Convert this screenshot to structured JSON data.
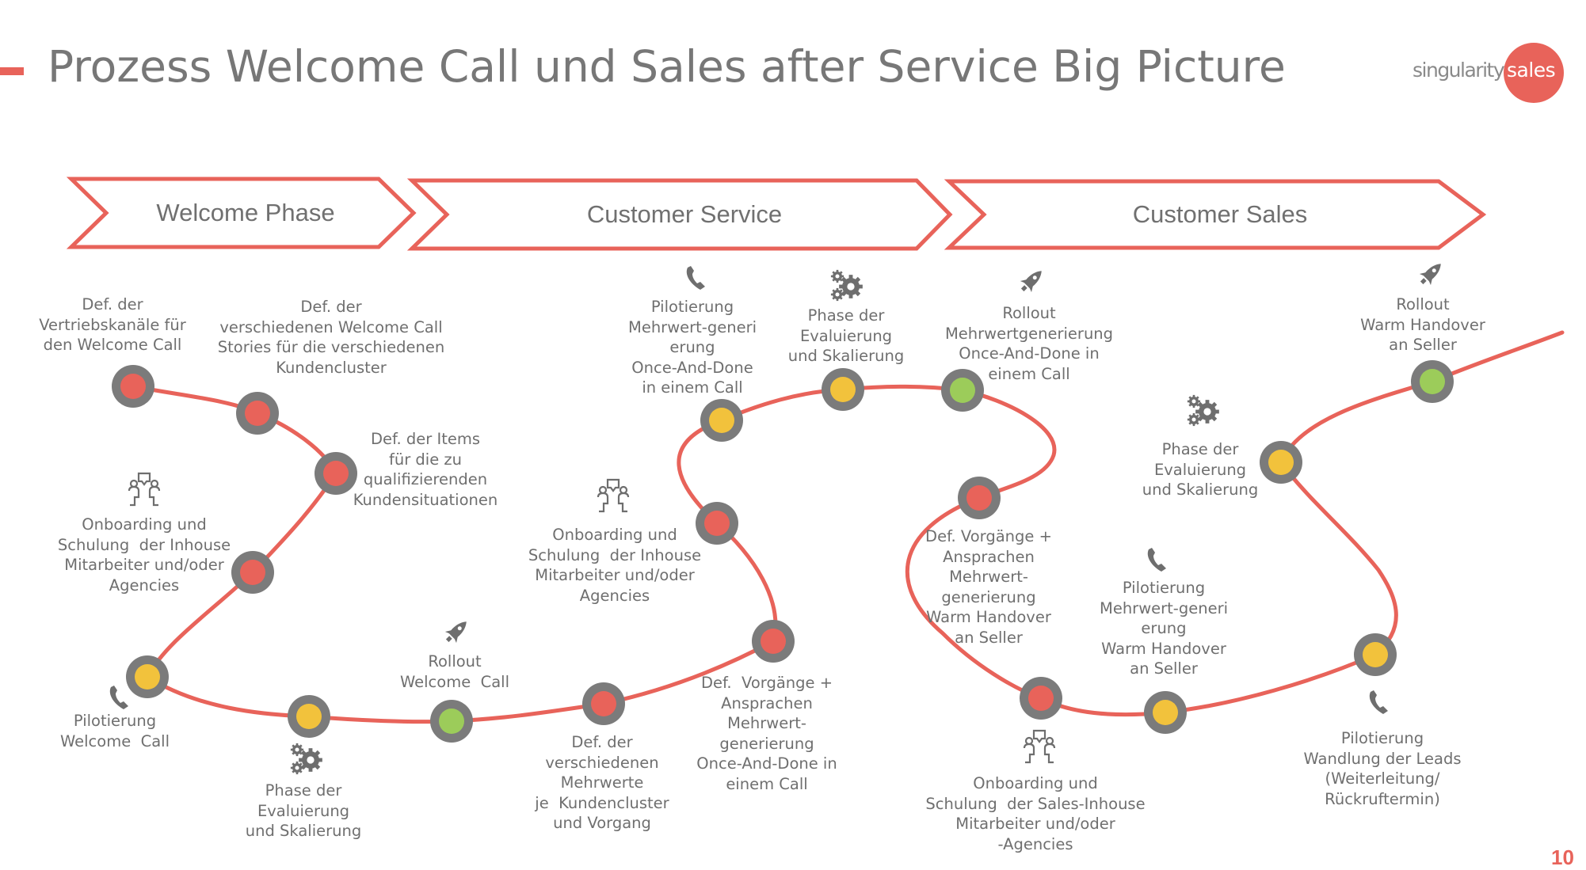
{
  "title": "Prozess Welcome Call und Sales after Service Big Picture",
  "logo": {
    "part1": "singularity",
    "part2": "sales"
  },
  "colors": {
    "accent": "#e8635a",
    "ring": "#7b7b7b",
    "red": "#e8635a",
    "yellow": "#f2c23c",
    "green": "#9ccc5a",
    "text": "#6f6f6f"
  },
  "phases": [
    {
      "label": "Welcome Phase"
    },
    {
      "label": "Customer Service"
    },
    {
      "label": "Customer Sales"
    }
  ],
  "milestones": [
    {
      "id": 1,
      "status": "red",
      "icon": null,
      "label": "Def. der\nVertriebskanäle für\nden Welcome Call"
    },
    {
      "id": 2,
      "status": "red",
      "icon": null,
      "label": "Def. der\nverschiedenen Welcome Call\nStories für die verschiedenen\nKundencluster"
    },
    {
      "id": 3,
      "status": "red",
      "icon": null,
      "label": "Def. der Items\nfür die zu\nqualifizierenden\nKundensituationen"
    },
    {
      "id": 4,
      "status": "red",
      "icon": "training-icon",
      "label": "Onboarding und\nSchulung  der Inhouse\nMitarbeiter und/oder\nAgencies"
    },
    {
      "id": 5,
      "status": "yellow",
      "icon": "phone-icon",
      "label": "Pilotierung\nWelcome  Call"
    },
    {
      "id": 6,
      "status": "yellow",
      "icon": "gears-icon",
      "label": "Phase der\nEvaluierung\nund Skalierung"
    },
    {
      "id": 7,
      "status": "green",
      "icon": "rocket-icon",
      "label": "Rollout\nWelcome  Call"
    },
    {
      "id": 8,
      "status": "red",
      "icon": null,
      "label": "Def. der\nverschiedenen\nMehrwerte\nje  Kundencluster\nund Vorgang"
    },
    {
      "id": 9,
      "status": "red",
      "icon": null,
      "label": "Def.  Vorgänge +\nAnsprachen\nMehrwert-\ngenerierung\nOnce-And-Done in\neinem Call"
    },
    {
      "id": 10,
      "status": "red",
      "icon": "training-icon",
      "label": "Onboarding und\nSchulung  der Inhouse\nMitarbeiter und/oder\nAgencies"
    },
    {
      "id": 11,
      "status": "yellow",
      "icon": "phone-icon",
      "label": "Pilotierung\nMehrwert-generi\nerung\nOnce-And-Done\nin einem Call"
    },
    {
      "id": 12,
      "status": "yellow",
      "icon": "gears-icon",
      "label": "Phase der\nEvaluierung\nund Skalierung"
    },
    {
      "id": 13,
      "status": "green",
      "icon": "rocket-icon",
      "label": "Rollout\nMehrwertgenerierung\nOnce-And-Done in\neinem Call"
    },
    {
      "id": 14,
      "status": "red",
      "icon": null,
      "label": "Def. Vorgänge +\nAnsprachen\nMehrwert-\ngenerierung\nWarm Handover\nan Seller"
    },
    {
      "id": 15,
      "status": "red",
      "icon": "training-icon",
      "label": "Onboarding und\nSchulung  der Sales-Inhouse\nMitarbeiter und/oder\n-Agencies"
    },
    {
      "id": 16,
      "status": "yellow",
      "icon": "phone-icon",
      "label": "Pilotierung\nMehrwert-generi\nerung\nWarm Handover\nan Seller"
    },
    {
      "id": 17,
      "status": "yellow",
      "icon": "phone-icon",
      "label": "Pilotierung\nWandlung der Leads\n(Weiterleitung/\nRückruftermin)"
    },
    {
      "id": 18,
      "status": "yellow",
      "icon": "gears-icon",
      "label": "Phase der\nEvaluierung\nund Skalierung"
    },
    {
      "id": 19,
      "status": "green",
      "icon": "rocket-icon",
      "label": "Rollout\nWarm Handover\nan Seller"
    }
  ],
  "page_number": "10"
}
